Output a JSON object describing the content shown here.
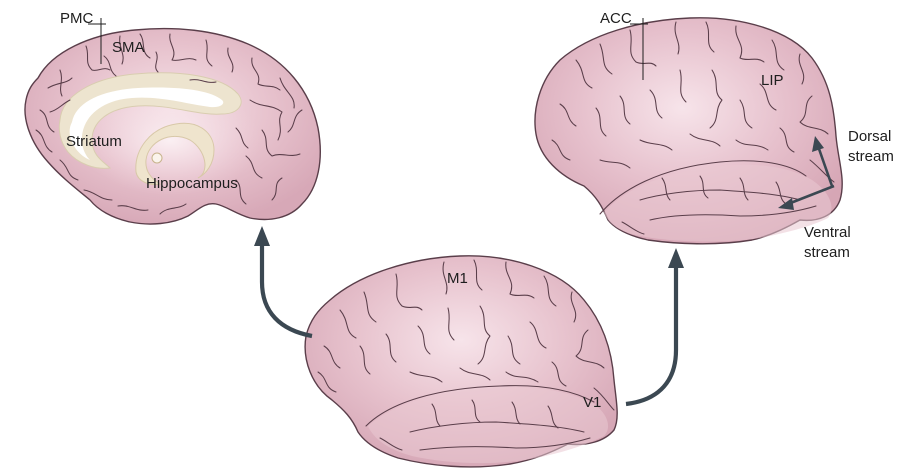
{
  "medial_brain": {
    "labels": {
      "pmc": "PMC",
      "sma": "SMA",
      "striatum": "Striatum",
      "hippocampus": "Hippocampus"
    }
  },
  "lateral_brain_right": {
    "labels": {
      "acc": "ACC",
      "lip": "LIP",
      "dorsal_line1": "Dorsal",
      "dorsal_line2": "stream",
      "ventral_line1": "Ventral",
      "ventral_line2": "stream"
    }
  },
  "lateral_brain_bottom": {
    "labels": {
      "m1": "M1",
      "v1": "V1"
    }
  },
  "colors": {
    "brain_fill": "#e2b9c6",
    "brain_light": "#f6e2e9",
    "gyri_line": "#5a3e4a",
    "striatum_outer": "#ede4cf",
    "striatum_inner": "#ffffff",
    "arrow": "#3b4852"
  }
}
